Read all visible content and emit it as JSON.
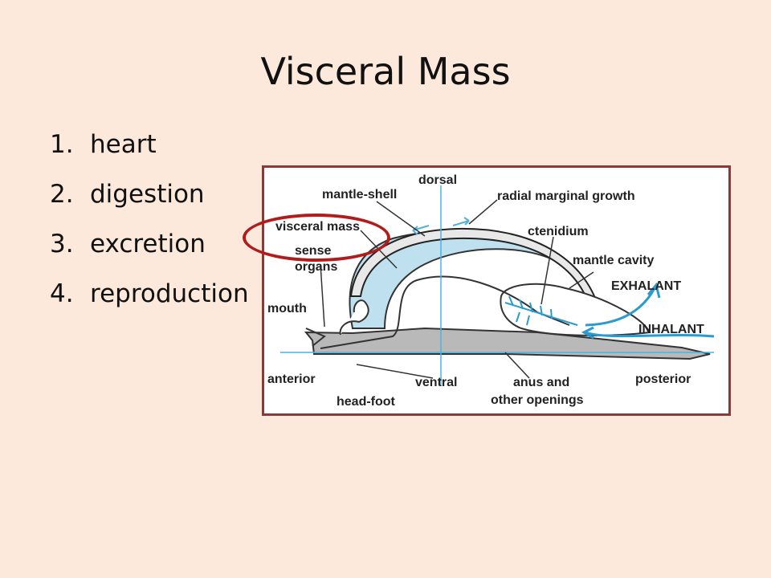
{
  "slide": {
    "title": "Visceral Mass",
    "items": [
      {
        "num": "1.",
        "text": "heart"
      },
      {
        "num": "2.",
        "text": "digestion"
      },
      {
        "num": "3.",
        "text": "excretion"
      },
      {
        "num": "4.",
        "text": "reproduction"
      }
    ]
  },
  "diagram": {
    "labels": {
      "dorsal": "dorsal",
      "mantle_shell": "mantle-shell",
      "radial_growth": "radial marginal growth",
      "visceral_mass": "visceral mass",
      "ctenidium": "ctenidium",
      "sense_organs_1": "sense",
      "sense_organs_2": "organs",
      "mantle_cavity": "mantle cavity",
      "exhalant": "EXHALANT",
      "mouth": "mouth",
      "inhalant": "INHALANT",
      "anterior": "anterior",
      "ventral": "ventral",
      "anus_1": "anus and",
      "anus_2": "other openings",
      "posterior": "posterior",
      "head_foot": "head-foot"
    },
    "colors": {
      "body": "#bfe0ee",
      "foot": "#b9b9b9",
      "axis": "#4fb3dd",
      "highlight": "#b31b1b",
      "frame": "#8b3a3a"
    }
  }
}
